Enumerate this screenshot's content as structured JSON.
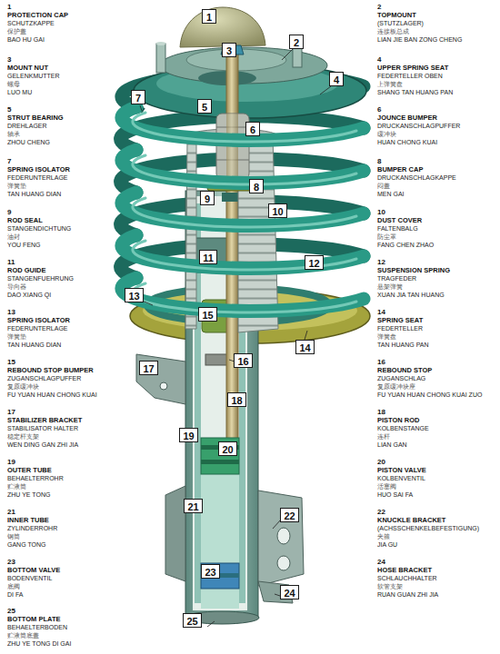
{
  "diagram": {
    "nodes": [
      {
        "text": [
          "1"
        ]
      },
      {
        "text": [
          "2"
        ]
      },
      {
        "text": [
          "3"
        ]
      },
      {
        "text": [
          "4"
        ]
      },
      {
        "text": [
          "5"
        ]
      },
      {
        "text": [
          "6"
        ]
      },
      {
        "text": [
          "7"
        ]
      },
      {
        "text": [
          "8"
        ]
      },
      {
        "text": [
          "9"
        ]
      },
      {
        "text": [
          "10"
        ]
      },
      {
        "text": [
          "11"
        ]
      },
      {
        "text": [
          "12"
        ]
      },
      {
        "text": [
          "13"
        ]
      },
      {
        "text": [
          "14"
        ]
      },
      {
        "text": [
          "15"
        ]
      },
      {
        "text": [
          "16"
        ]
      },
      {
        "text": [
          "17"
        ]
      },
      {
        "text": [
          "18"
        ]
      },
      {
        "text": [
          "19"
        ]
      },
      {
        "text": [
          "20"
        ]
      },
      {
        "text": [
          "21"
        ]
      },
      {
        "text": [
          "22"
        ]
      },
      {
        "text": [
          "23"
        ]
      },
      {
        "text": [
          "24"
        ]
      },
      {
        "text": [
          "25"
        ]
      }
    ],
    "labels": [
      "1",
      "PROTECTION CAP",
      "SCHUTZKAPPE",
      "保护盖",
      "BAO HU GAI",
      "2",
      "TOPMOUNT",
      "(STUTZLAGER)",
      "连接板总成",
      "LIAN JIE BAN ZONG CHENG",
      "3",
      "MOUNT NUT",
      "GELENKMUTTER",
      "螺母",
      "LUO MU",
      "4",
      "UPPER SPRING SEAT",
      "FEDERTELLER OBEN",
      "上弹簧盘",
      "SHANG TAN HUANG PAN",
      "5",
      "STRUT BEARING",
      "DREHLAGER",
      "轴承",
      "ZHOU CHENG",
      "6",
      "JOUNCE BUMPER",
      "DRUCKANSCHLAGPUFFER",
      "缓冲块",
      "HUAN CHONG KUAI",
      "7",
      "SPRING ISOLATOR",
      "FEDERUNTERLAGE",
      "弹簧垫",
      "TAN HUANG DIAN",
      "8",
      "BUMPER CAP",
      "DRUCKANSCHLAGKAPPE",
      "闷盖",
      "MEN GAI",
      "9",
      "ROD SEAL",
      "STANGENDICHTUNG",
      "油封",
      "YOU FENG",
      "10",
      "DUST COVER",
      "FALTENBALG",
      "防尘罩",
      "FANG CHEN ZHAO",
      "11",
      "ROD GUIDE",
      "STANGENFUEHRUNG",
      "导向器",
      "DAO XIANG QI",
      "12",
      "SUSPENSION SPRING",
      "TRAGFEDER",
      "悬架弹簧",
      "XUAN JIA TAN HUANG",
      "13",
      "SPRING ISOLATOR",
      "FEDERUNTERLAGE",
      "弹簧垫",
      "TAN HUANG DIAN",
      "14",
      "SPRING SEAT",
      "FEDERTELLER",
      "弹簧盘",
      "TAN HUANG PAN",
      "15",
      "REBOUND STOP BUMPER",
      "ZUGANSCHLAGPUFFER",
      "复原缓冲块",
      "FU YUAN HUAN CHONG KUAI",
      "16",
      "REBOUND STOP",
      "ZUGANSCHLAG",
      "复原缓冲块座",
      "FU YUAN HUAN CHONG KUAI ZUO",
      "17",
      "STABILIZER BRACKET",
      "STABILISATOR HALTER",
      "稳定杆支架",
      "WEN DING GAN ZHI JIA",
      "18",
      "PISTON ROD",
      "KOLBENSTANGE",
      "连杆",
      "LIAN GAN",
      "19",
      "OUTER TUBE",
      "BEHAELTERROHR",
      "贮液筒",
      "ZHU YE TONG",
      "20",
      "PISTON VALVE",
      "KOLBENVENTIL",
      "活塞阀",
      "HUO SAI FA",
      "21",
      "INNER TUBE",
      "ZYLINDERROHR",
      "钢筒",
      "GANG TONG",
      "22",
      "KNUCKLE BRACKET",
      "(ACHSSCHENKELBEFESTIGUNG)",
      "夹箍",
      "JIA GU",
      "23",
      "BOTTOM VALVE",
      "BODENVENTIL",
      "底阀",
      "DI FA",
      "24",
      "HOSE BRACKET",
      "SCHLAUCHHALTER",
      "软管支架",
      "RUAN GUAN ZHI JIA",
      "25",
      "BOTTOM PLATE",
      "BEHAELTERBODEN",
      "贮液筒底盖",
      "ZHU YE TONG DI GAI"
    ]
  }
}
